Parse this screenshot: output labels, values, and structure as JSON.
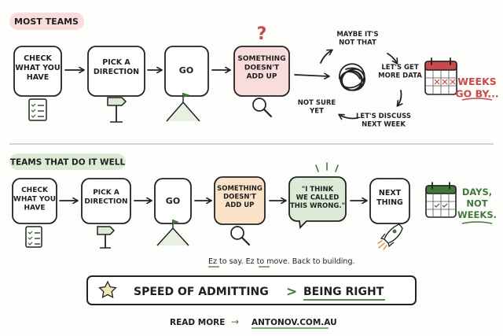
{
  "top": {
    "label": "MOST TEAMS",
    "steps": [
      "CHECK\nWHAT YOU\nHAVE",
      "PICK A\nDIRECTION",
      "GO",
      "SOMETHING\nDOESN'T\nADD UP"
    ],
    "question": "?",
    "loop": [
      "MAYBE IT'S\nNOT THAT",
      "LET'S GET\nMORE DATA",
      "LET'S DISCUSS\nNEXT WEEK",
      "NOT SURE\nYET"
    ],
    "result": "WEEKS\nGO BY..."
  },
  "bottom": {
    "label": "TEAMS THAT DO IT WELL",
    "steps": [
      "CHECK\nWHAT YOU\nHAVE",
      "PICK A\nDIRECTION",
      "GO",
      "SOMETHING\nDOESN'T\nADD UP",
      "\"I THINK\nWE CALLED\nTHIS WRONG.\"",
      "NEXT\nTHING"
    ],
    "tagline": "Ez to say.  Ez to move.  Back to building.",
    "result": "DAYS,\nNOT\nWEEKS."
  },
  "banner": {
    "left": "SPEED OF ADMITTING",
    "symbol": ">",
    "right": "BEING RIGHT"
  },
  "footer": {
    "text": "READ MORE",
    "arrow": "→",
    "link": "ANTONOV.COM.AU"
  },
  "colors": {
    "pink": "#f9dcdc",
    "green": "#dcebd5",
    "peach": "#fbe3c9",
    "red": "#c94a4a",
    "darkgreen": "#3f7a3a"
  }
}
